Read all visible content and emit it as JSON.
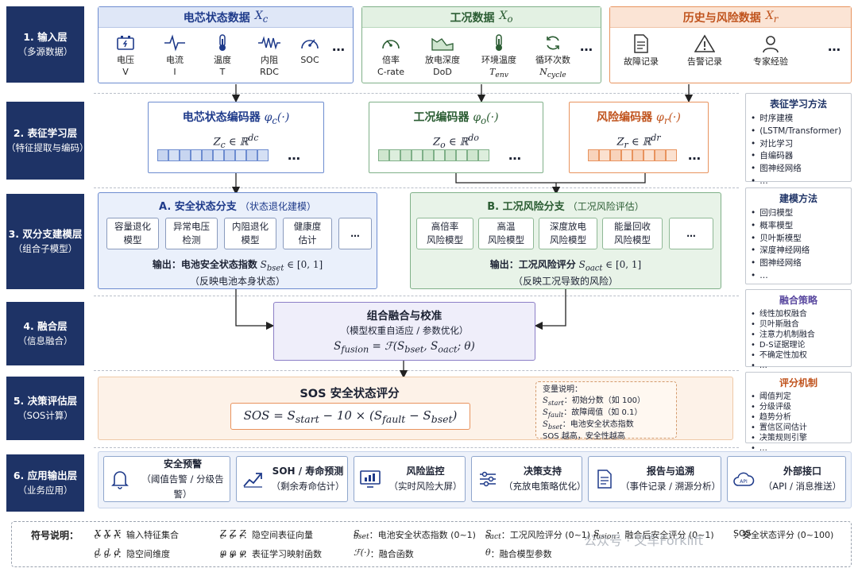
{
  "layers": [
    {
      "num": "1. 输入层",
      "sub": "（多源数据）"
    },
    {
      "num": "2. 表征学习层",
      "sub": "（特征提取与编码）"
    },
    {
      "num": "3. 双分支建模层",
      "sub": "（组合子模型）"
    },
    {
      "num": "4. 融合层",
      "sub": "（信息融合）"
    },
    {
      "num": "5. 决策评估层",
      "sub": "（SOS计算）"
    },
    {
      "num": "6. 应用输出层",
      "sub": "（业务应用）"
    }
  ],
  "input": {
    "cell": {
      "title": "电芯状态数据",
      "sym": "X",
      "sub": "c",
      "items": [
        {
          "l1": "电压",
          "l2": "V",
          "icon": "battery-icon"
        },
        {
          "l1": "电流",
          "l2": "I",
          "icon": "current-wave-icon"
        },
        {
          "l1": "温度",
          "l2": "T",
          "icon": "thermometer-icon"
        },
        {
          "l1": "内阻",
          "l2": "RDC",
          "icon": "resistor-icon"
        },
        {
          "l1": "SOC",
          "l2": "",
          "icon": "gauge-icon"
        }
      ]
    },
    "cond": {
      "title": "工况数据",
      "sym": "X",
      "sub": "o",
      "items": [
        {
          "l1": "倍率",
          "l2": "C-rate",
          "icon": "speedometer-icon"
        },
        {
          "l1": "放电深度",
          "l2": "DoD",
          "icon": "area-chart-icon"
        },
        {
          "l1": "环境温度",
          "l2": "T",
          "l2sub": "env",
          "icon": "thermometer-icon"
        },
        {
          "l1": "循环次数",
          "l2": "N",
          "l2sub": "cycle",
          "icon": "cycle-icon"
        }
      ]
    },
    "risk": {
      "title": "历史与风险数据",
      "sym": "X",
      "sub": "r",
      "items": [
        {
          "l1": "故障记录",
          "icon": "document-icon"
        },
        {
          "l1": "告警记录",
          "icon": "warning-icon"
        },
        {
          "l1": "专家经验",
          "icon": "user-icon"
        }
      ]
    },
    "ellipsis": "…"
  },
  "encoders": [
    {
      "title": "电芯状态编码器",
      "phi": "φ",
      "phisub": "c",
      "args": "(·)",
      "z": "Z",
      "zsub": "c",
      "in": "∈ ℝ",
      "dim": "dc"
    },
    {
      "title": "工况编码器",
      "phi": "φ",
      "phisub": "o",
      "args": "(·)",
      "z": "Z",
      "zsub": "o",
      "in": "∈ ℝ",
      "dim": "do"
    },
    {
      "title": "风险编码器",
      "phi": "φ",
      "phisub": "r",
      "args": "(·)",
      "z": "Z",
      "zsub": "r",
      "in": "∈ ℝ",
      "dim": "dr"
    }
  ],
  "side": {
    "repr": {
      "title": "表征学习方法",
      "items": [
        "时序建模",
        "(LSTM/Transformer)",
        "对比学习",
        "自编码器",
        "图神经网络",
        "…"
      ]
    },
    "model": {
      "title": "建模方法",
      "items": [
        "回归模型",
        "概率模型",
        "贝叶斯模型",
        "深度神经网络",
        "图神经网络",
        "…"
      ]
    },
    "fusion": {
      "title": "融合策略",
      "items": [
        "线性加权融合",
        "贝叶斯融合",
        "注意力机制融合",
        "D-S证据理论",
        "不确定性加权",
        "…"
      ]
    },
    "score": {
      "title": "评分机制",
      "items": [
        "阈值判定",
        "分级评级",
        "趋势分析",
        "置信区间估计",
        "决策规则引擎",
        "…"
      ]
    }
  },
  "branchA": {
    "title": "A. 安全状态分支",
    "note": "（状态退化建模）",
    "subs": [
      "容量退化\n模型",
      "异常电压\n检测",
      "内阻退化\n模型",
      "健康度\n估计",
      "…"
    ],
    "out1": "输出：电池安全状态指数",
    "out_sym": "S",
    "out_sub": "bset",
    "out_range": "∈ [0, 1]",
    "out2": "（反映电池本身状态）"
  },
  "branchB": {
    "title": "B. 工况风险分支",
    "note": "（工况风险评估）",
    "subs": [
      "高倍率\n风险模型",
      "高温\n风险模型",
      "深度放电\n风险模型",
      "能量回收\n风险模型",
      "…"
    ],
    "out1": "输出：工况风险评分",
    "out_sym": "S",
    "out_sub": "oact",
    "out_range": "∈ [0, 1]",
    "out2": "（反映工况导致的风险）"
  },
  "fusion": {
    "title": "组合融合与校准",
    "note": "（模型权重自适应 / 参数优化）",
    "lhs": "S",
    "lhs_sub": "fusion",
    "rhs": "= ℱ(S",
    "a_sub": "bset",
    "mid": ", S",
    "b_sub": "oact",
    "tail": "; θ)"
  },
  "sos": {
    "title": "SOS 安全状态评分",
    "f1": "SOS = S",
    "f1_sub": "start",
    "f2": " − 10 × (S",
    "f2_sub": "fault",
    "f3": " − S",
    "f3_sub": "bset",
    "f4": ")",
    "vars_title": "变量说明：",
    "vars": [
      {
        "sym": "S",
        "sub": "start",
        "text": "：初始分数（如 100）"
      },
      {
        "sym": "S",
        "sub": "fault",
        "text": "：故障阈值（如 0.1）"
      },
      {
        "sym": "S",
        "sub": "bset",
        "text": "：电池安全状态指数"
      }
    ],
    "vars_note": "SOS 越高，安全性越高"
  },
  "apps": [
    {
      "a": "安全预警",
      "b": "（阈值告警 / 分级告警）",
      "icon": "bell-icon"
    },
    {
      "a": "SOH / 寿命预测",
      "b": "（剩余寿命估计）",
      "icon": "trend-up-icon"
    },
    {
      "a": "风险监控",
      "b": "（实时风险大屏）",
      "icon": "monitor-chart-icon"
    },
    {
      "a": "决策支持",
      "b": "（充放电策略优化）",
      "icon": "sliders-icon"
    },
    {
      "a": "报告与追溯",
      "b": "（事件记录 / 溯源分析）",
      "icon": "report-icon"
    },
    {
      "a": "外部接口",
      "b": "（API / 消息推送）",
      "icon": "api-cloud-icon"
    }
  ],
  "legend": {
    "title": "符号说明：",
    "r1": [
      {
        "sym": "X",
        "subs": [
          "c",
          "o",
          "r"
        ],
        "text": "：输入特征集合"
      },
      {
        "sym": "Z",
        "subs": [
          "c",
          "o",
          "r"
        ],
        "text": "：隐空间表征向量"
      },
      {
        "sym": "S",
        "sub": "bset",
        "text": "：电池安全状态指数 (0~1)"
      },
      {
        "sym": "S",
        "sub": "oact",
        "text": "：工况风险评分 (0~1)"
      },
      {
        "sym": "S",
        "sub": "fusion",
        "text": "：融合后安全评分 (0~1)"
      },
      {
        "sym": "SOS",
        "text": "：安全状态评分 (0~100)"
      }
    ],
    "r2": [
      {
        "sym": "d",
        "subs": [
          "c",
          "o",
          "r"
        ],
        "text": "：隐空间维度"
      },
      {
        "sym": "φ",
        "subs": [
          "c",
          "o",
          "r"
        ],
        "text": "：表征学习映射函数"
      },
      {
        "sym": "ℱ(·)",
        "text": "：融合函数"
      },
      {
        "sym": "θ",
        "text": "：融合模型参数"
      }
    ],
    "watermark": "公众号 · 叉车Forklift"
  },
  "colors": {
    "navy": "#1e3366",
    "blue": "#3e62b8",
    "green": "#3f8f4c",
    "orange": "#e8743b",
    "purple": "#6d5fb0"
  }
}
